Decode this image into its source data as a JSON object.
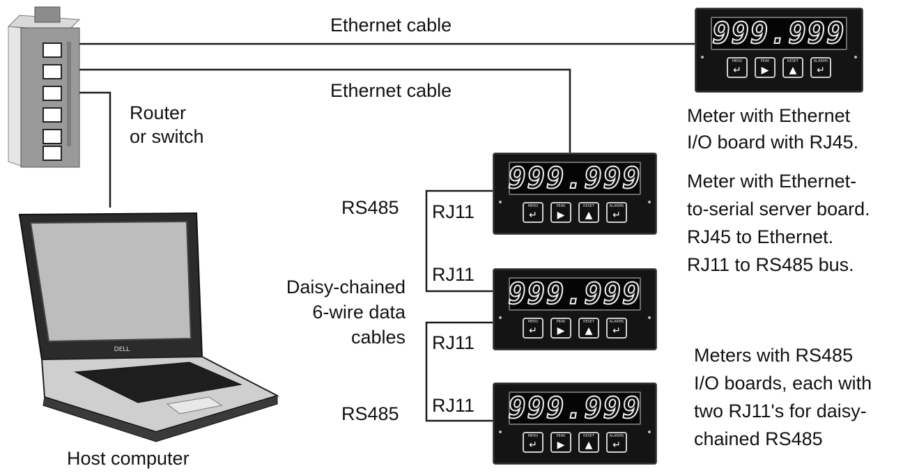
{
  "labels": {
    "ethernet_cable_top": "Ethernet cable",
    "ethernet_cable_mid": "Ethernet cable",
    "router_line1": "Router",
    "router_line2": "or switch",
    "host_computer": "Host computer",
    "rs485_top": "RS485",
    "rs485_bottom": "RS485",
    "rj11_1": "RJ11",
    "rj11_2": "RJ11",
    "rj11_3": "RJ11",
    "rj11_4": "RJ11",
    "daisy_line1": "Daisy-chained",
    "daisy_line2": "6-wire data",
    "daisy_line3": "cables",
    "meter_eth_line1": "Meter with Ethernet",
    "meter_eth_line2": "I/O board with RJ45.",
    "meter_serial_line1": "Meter with Ethernet-",
    "meter_serial_line2": "to-serial server board.",
    "meter_serial_line3": "RJ45 to Ethernet.",
    "meter_serial_line4": "RJ11 to RS485 bus.",
    "meters_rs485_line1": "Meters with RS485",
    "meters_rs485_line2": "I/O boards, each with",
    "meters_rs485_line3": "two RJ11's for daisy-",
    "meters_rs485_line4": "chained RS485"
  },
  "meter": {
    "display": "999.999",
    "keys": [
      {
        "cap": "MENU",
        "symbol": "↵"
      },
      {
        "cap": "PEAK",
        "symbol": "▶"
      },
      {
        "cap": "RESET",
        "symbol": "▲"
      },
      {
        "cap": "ALARMS",
        "symbol": "↵"
      }
    ]
  },
  "laptop": {
    "brand": "DELL"
  },
  "colors": {
    "line": "#1a1a1a",
    "meter_body": "#141414",
    "router_body": "#9a9a9a"
  }
}
